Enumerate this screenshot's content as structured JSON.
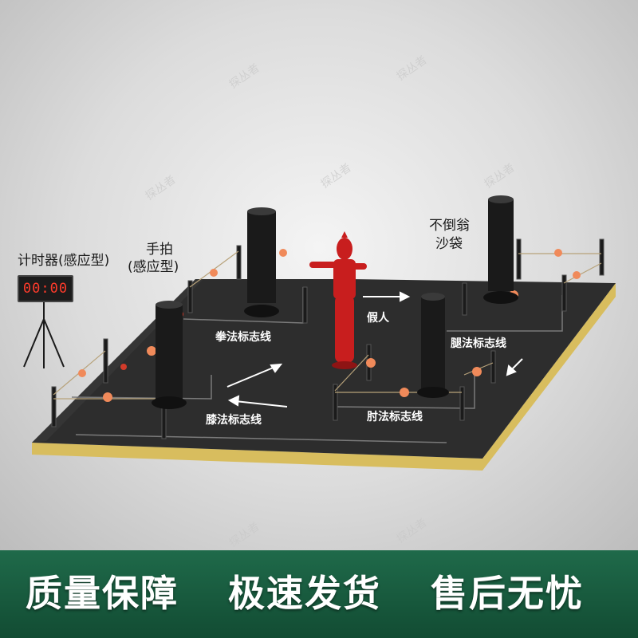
{
  "labels": {
    "timer": "计时器(感应型)",
    "hand_pad_line1": "手拍",
    "hand_pad_line2": "(感应型)",
    "tumbler_line1": "不倒翁",
    "tumbler_line2": "沙袋",
    "dummy": "假人",
    "fist_line": "拳法标志线",
    "leg_line": "腿法标志线",
    "knee_line": "膝法标志线",
    "elbow_line": "肘法标志线"
  },
  "timer_display": "00:00",
  "watermark": "探丛者",
  "footer": {
    "slogan_1": "质量保障",
    "slogan_2": "极速发货",
    "slogan_3": "售后无忧"
  },
  "colors": {
    "floor": "#2b2b2b",
    "floor_edge": "#e0c56a",
    "footer_bg": "#1b5e41",
    "dummy": "#c81e1e",
    "sensor": "#f08a5a"
  }
}
